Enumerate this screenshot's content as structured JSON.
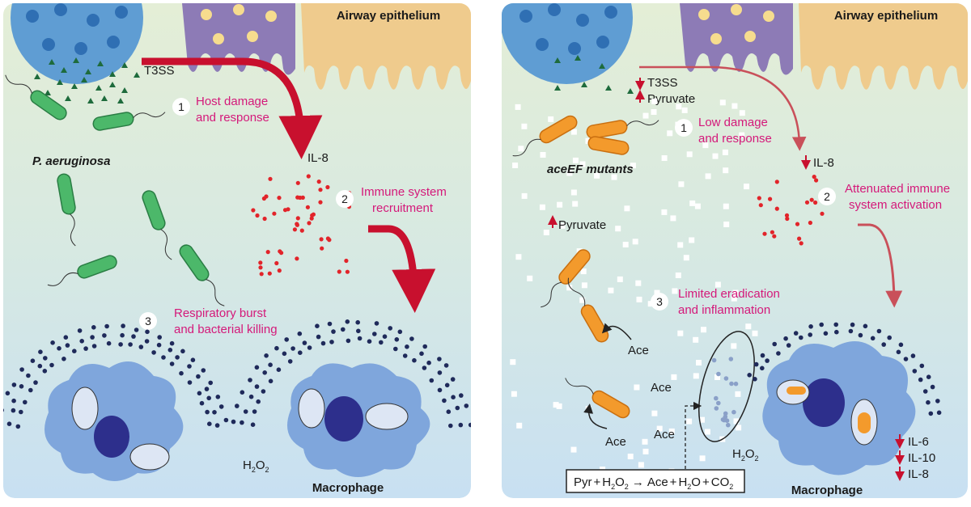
{
  "left": {
    "epithelium": "Airway epithelium",
    "t3ss": "T3SS",
    "bacteria_label": "P. aeruginosa",
    "il8": "IL-8",
    "macrophage": "Macrophage",
    "h2o2_base": "H",
    "h2o2_sub": "2",
    "h2o2_o": "O",
    "h2o2_sub2": "2",
    "steps": [
      {
        "num": "1",
        "line1": "Host damage",
        "line2": "and response"
      },
      {
        "num": "2",
        "line1": "Immune system",
        "line2": "recruitment"
      },
      {
        "num": "3",
        "line1": "Respiratory burst",
        "line2": "and bacterial killing"
      }
    ]
  },
  "right": {
    "epithelium": "Airway epithelium",
    "t3ss": "T3SS",
    "pyruvate_top": "Pyruvate",
    "mutants_label": "aceEF mutants",
    "il8": "IL-8",
    "pyruvate_mid": "Pyruvate",
    "ace": "Ace",
    "macrophage": "Macrophage",
    "h2o2_base": "H",
    "h2o2_sub": "2",
    "h2o2_o": "O",
    "h2o2_sub2": "2",
    "steps": [
      {
        "num": "1",
        "line1": "Low damage",
        "line2": "and response"
      },
      {
        "num": "2",
        "line1": "Attenuated immune",
        "line2": "system activation"
      },
      {
        "num": "3",
        "line1": "Limited eradication",
        "line2": "and inflammation"
      }
    ],
    "cytokines": [
      "IL-6",
      "IL-10",
      "IL-8"
    ],
    "reaction": {
      "pyr": "Pyr",
      "plus1": "+",
      "h": "H",
      "s2": "2",
      "o": "O",
      "s2b": "2",
      "arrow": "→",
      "ace": "Ace",
      "plus2": "+",
      "h2": "H",
      "s2c": "2",
      "o2": "O",
      "plus3": "+",
      "co": "CO",
      "s2d": "2"
    }
  },
  "colors": {
    "accent_text": "#d4197a",
    "arrow_left": "#c8102e",
    "arrow_right": "#c9505a",
    "bacteria_green": "#4cb86a",
    "bacteria_orange": "#f39a2c",
    "il8_dot": "#e2242a",
    "h2o2_dot": "#1f2a5a",
    "macrophage": "#7fa6dc",
    "nucleus": "#2d2f8c"
  }
}
